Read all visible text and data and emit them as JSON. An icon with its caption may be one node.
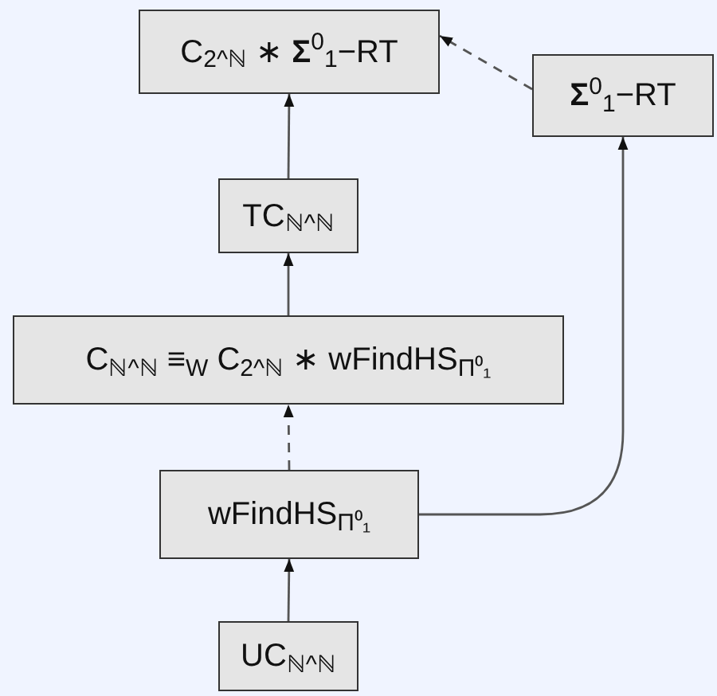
{
  "diagram": {
    "nodes": [
      {
        "text": [
          "C$_{2^ℕ}$ ∗ **Σ**$^{0}$$_{1}$−RT"
        ]
      },
      {
        "text": [
          "**Σ**$^{0}$$_{1}$−RT"
        ]
      },
      {
        "text": [
          "TC$_{ℕ^ℕ}$"
        ]
      },
      {
        "text": [
          "C$_{ℕ^ℕ}$ ≡$_{W}$ C$_{2^ℕ}$ ∗ wFindHS$_{Π⁰₁}$"
        ]
      },
      {
        "text": [
          "wFindHS$_{Π⁰₁}$"
        ]
      },
      {
        "text": [
          "UC$_{ℕ^ℕ}$"
        ]
      }
    ],
    "edges": [
      {
        "from": 1,
        "to": 0,
        "arrow": "to",
        "style": "dashed"
      },
      {
        "from": 2,
        "to": 0,
        "arrow": "to"
      },
      {
        "from": 3,
        "to": 2,
        "arrow": "to"
      },
      {
        "from": 4,
        "to": 3,
        "arrow": "to",
        "style": "dashed"
      },
      {
        "from": 5,
        "to": 4,
        "arrow": "to"
      },
      {
        "from": 4,
        "to": 1,
        "arrow": "to"
      }
    ]
  }
}
